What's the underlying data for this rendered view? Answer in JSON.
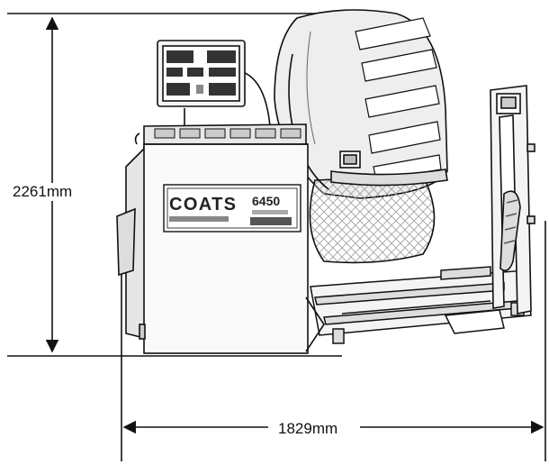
{
  "dimensions": {
    "height_label": "2261mm",
    "width_label": "1829mm"
  },
  "machine": {
    "brand_logo": "COATS",
    "model_badge": "6450"
  },
  "colors": {
    "line": "#111111",
    "panel": "#f4f4f4",
    "tire": "#eeeeee",
    "background": "#ffffff"
  }
}
